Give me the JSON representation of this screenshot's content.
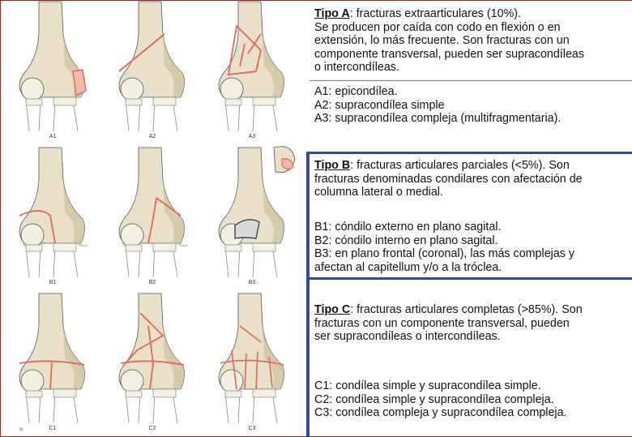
{
  "figure": {
    "captions": [
      "A1",
      "A2",
      "A3",
      "B1",
      "B2",
      "B3",
      "C1",
      "C2",
      "C3"
    ],
    "corner_mark": "®",
    "colors": {
      "bone": "#e8e0c8",
      "bone_shadow": "#c9bd96",
      "outline": "#555555",
      "fracture": "#e0685a",
      "fragment_fill": "#f2b9ad",
      "ligament": "#8fbf9a"
    }
  },
  "sections": {
    "a": {
      "heading": "Tipo A",
      "intro": [
        ": fracturas extraarticulares (10%).",
        "Se producen por caída con codo en flexión o en",
        "extensión, lo más frecuente. Son fracturas con un",
        "componente transversal, pueden ser supracondíleas",
        "o intercondíleas."
      ],
      "items": [
        "A1: epicondílea.",
        "A2: supracondílea simple",
        "A3: supracondílea compleja (multifragmentaria)."
      ]
    },
    "b": {
      "heading": "Tipo B",
      "intro": [
        ": fracturas articulares parciales (<5%). Son",
        "fracturas denominadas condilares con afectación de",
        "columna lateral o medial."
      ],
      "items": [
        "B1: cóndilo externo en plano sagital.",
        "B2: cóndilo interno en plano sagital.",
        "B3: en plano frontal (coronal), las más complejas y",
        "afectan al capitellum y/o a la tróclea."
      ]
    },
    "c": {
      "heading": "Tipo C",
      "intro": [
        ": fracturas articulares completas (>85%). Son",
        "fracturas con un componente transversal, pueden",
        "ser supracondíleas o intercondíleas."
      ],
      "items": [
        "C1: condílea simple y supracondílea simple.",
        "C2: condílea simple y supracondílea compleja.",
        "C3: condílea compleja y supracondílea compleja."
      ]
    }
  }
}
